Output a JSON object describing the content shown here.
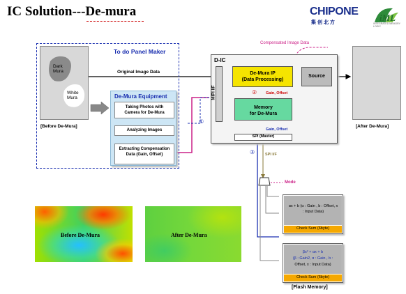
{
  "header": {
    "title": "IC Solution---De-mura",
    "logo_chipone": "CHIPONE",
    "logo_chipone_sub": "集创北方",
    "logo_iml": "iML",
    "logo_iml_sub": "INTEGRATED MEMORY LOGIC"
  },
  "panel_maker": {
    "title": "To do Panel Maker",
    "dark_mura": "Dark\nMura",
    "white_mura": "White\nMura",
    "before_label": "[Before De-Mura]",
    "original_image_data": "Original Image Data",
    "equipment_title": "De-Mura Equipment",
    "step1": "Taking Photos with Camera for De-Mura",
    "step2": "Analyzing Images",
    "step3": "Extracting Compensation Data (Gain, Offset)",
    "circle1": "①"
  },
  "dic": {
    "title": "D-IC",
    "compensated_image_data": "Compensated Image Data",
    "mipi_if": "MIPI I/F",
    "demura_ip": "De-Mura IP\n(Data Processing)",
    "source": "Source",
    "gain_offset_up": "Gain, Offset",
    "gain_offset_down": "Gain, Offset",
    "memory": "Memory\nfor De-Mura",
    "spi_master": "SPI (Master)",
    "circle2": "②",
    "circle3": "③",
    "spi_if": "SPI  I/F",
    "after_label": "[After De-Mura]",
    "mode": "Mode"
  },
  "flash": {
    "formula1": "αx + b (α : Gain , b : Offset, x : Input Data)",
    "checksum1": "Check Sum (6byte)",
    "formula2_line1": "βx² + αx + b",
    "formula2_line2": "(β : Gain2, α : Gain , b :",
    "formula2_line3": "Offset, x : Input Data)",
    "checksum2": "Check Sum (6byte)",
    "label": "[Flash Memory]"
  },
  "photos": {
    "before": "Before De-Mura",
    "after": "After De-Mura"
  }
}
